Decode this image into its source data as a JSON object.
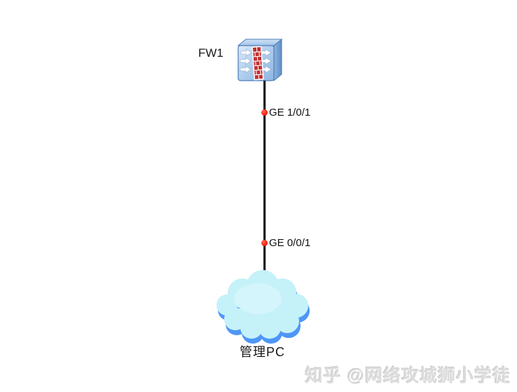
{
  "topology": {
    "firewall": {
      "label": "FW1",
      "icon": "firewall-3d-box-with-arrows-and-brick-wall"
    },
    "cloud": {
      "label": "管理PC",
      "icon": "network-cloud"
    },
    "link": {
      "from_device": "FW1",
      "from_port_label": "GE 1/0/1",
      "to_device": "管理PC",
      "to_port_label": "GE 0/0/1"
    }
  },
  "watermark": {
    "text": "知乎 @网络攻城狮小学徒"
  },
  "colors": {
    "background": "#ffffff",
    "link_line": "#1c1c1c",
    "port_dot_red": "#ef1207",
    "port_label_text": "#111111",
    "firewall_front_blue": "#9cc0e8",
    "firewall_edge_blue": "#4c7cb8",
    "firewall_brick_red": "#c23030",
    "cloud_fill_cyan": "#c5f1f9",
    "cloud_shadow_blue": "#4e96f7",
    "watermark_gray": "#dcdcdc"
  }
}
